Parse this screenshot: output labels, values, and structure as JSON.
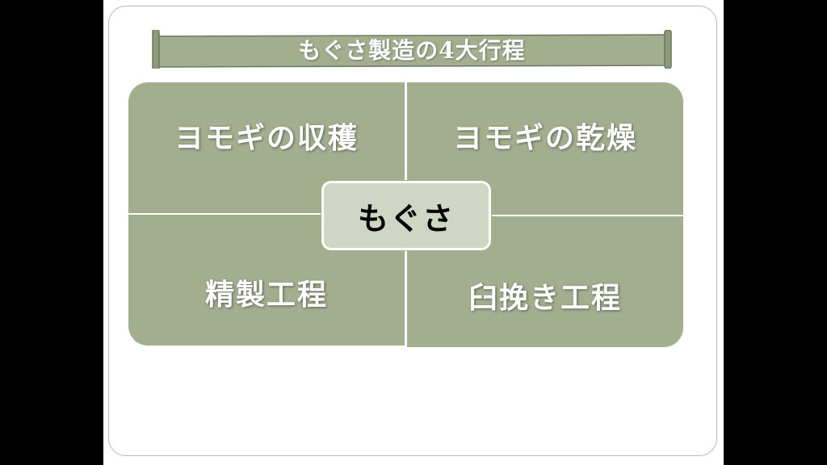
{
  "slide": {
    "title": "もぐさ製造の4大行程",
    "center_label": "もぐさ",
    "quadrants": {
      "top_left": "ヨモギの収穫",
      "top_right": "ヨモギの乾燥",
      "bottom_left": "精製工程",
      "bottom_right": "臼挽き工程"
    }
  },
  "colors": {
    "background": "#000000",
    "slide": "#ffffff",
    "quadrant_fill": "#a3ae8f",
    "scroll_fill": "#a3ae8f",
    "center_fill": "#cfd6c3"
  }
}
